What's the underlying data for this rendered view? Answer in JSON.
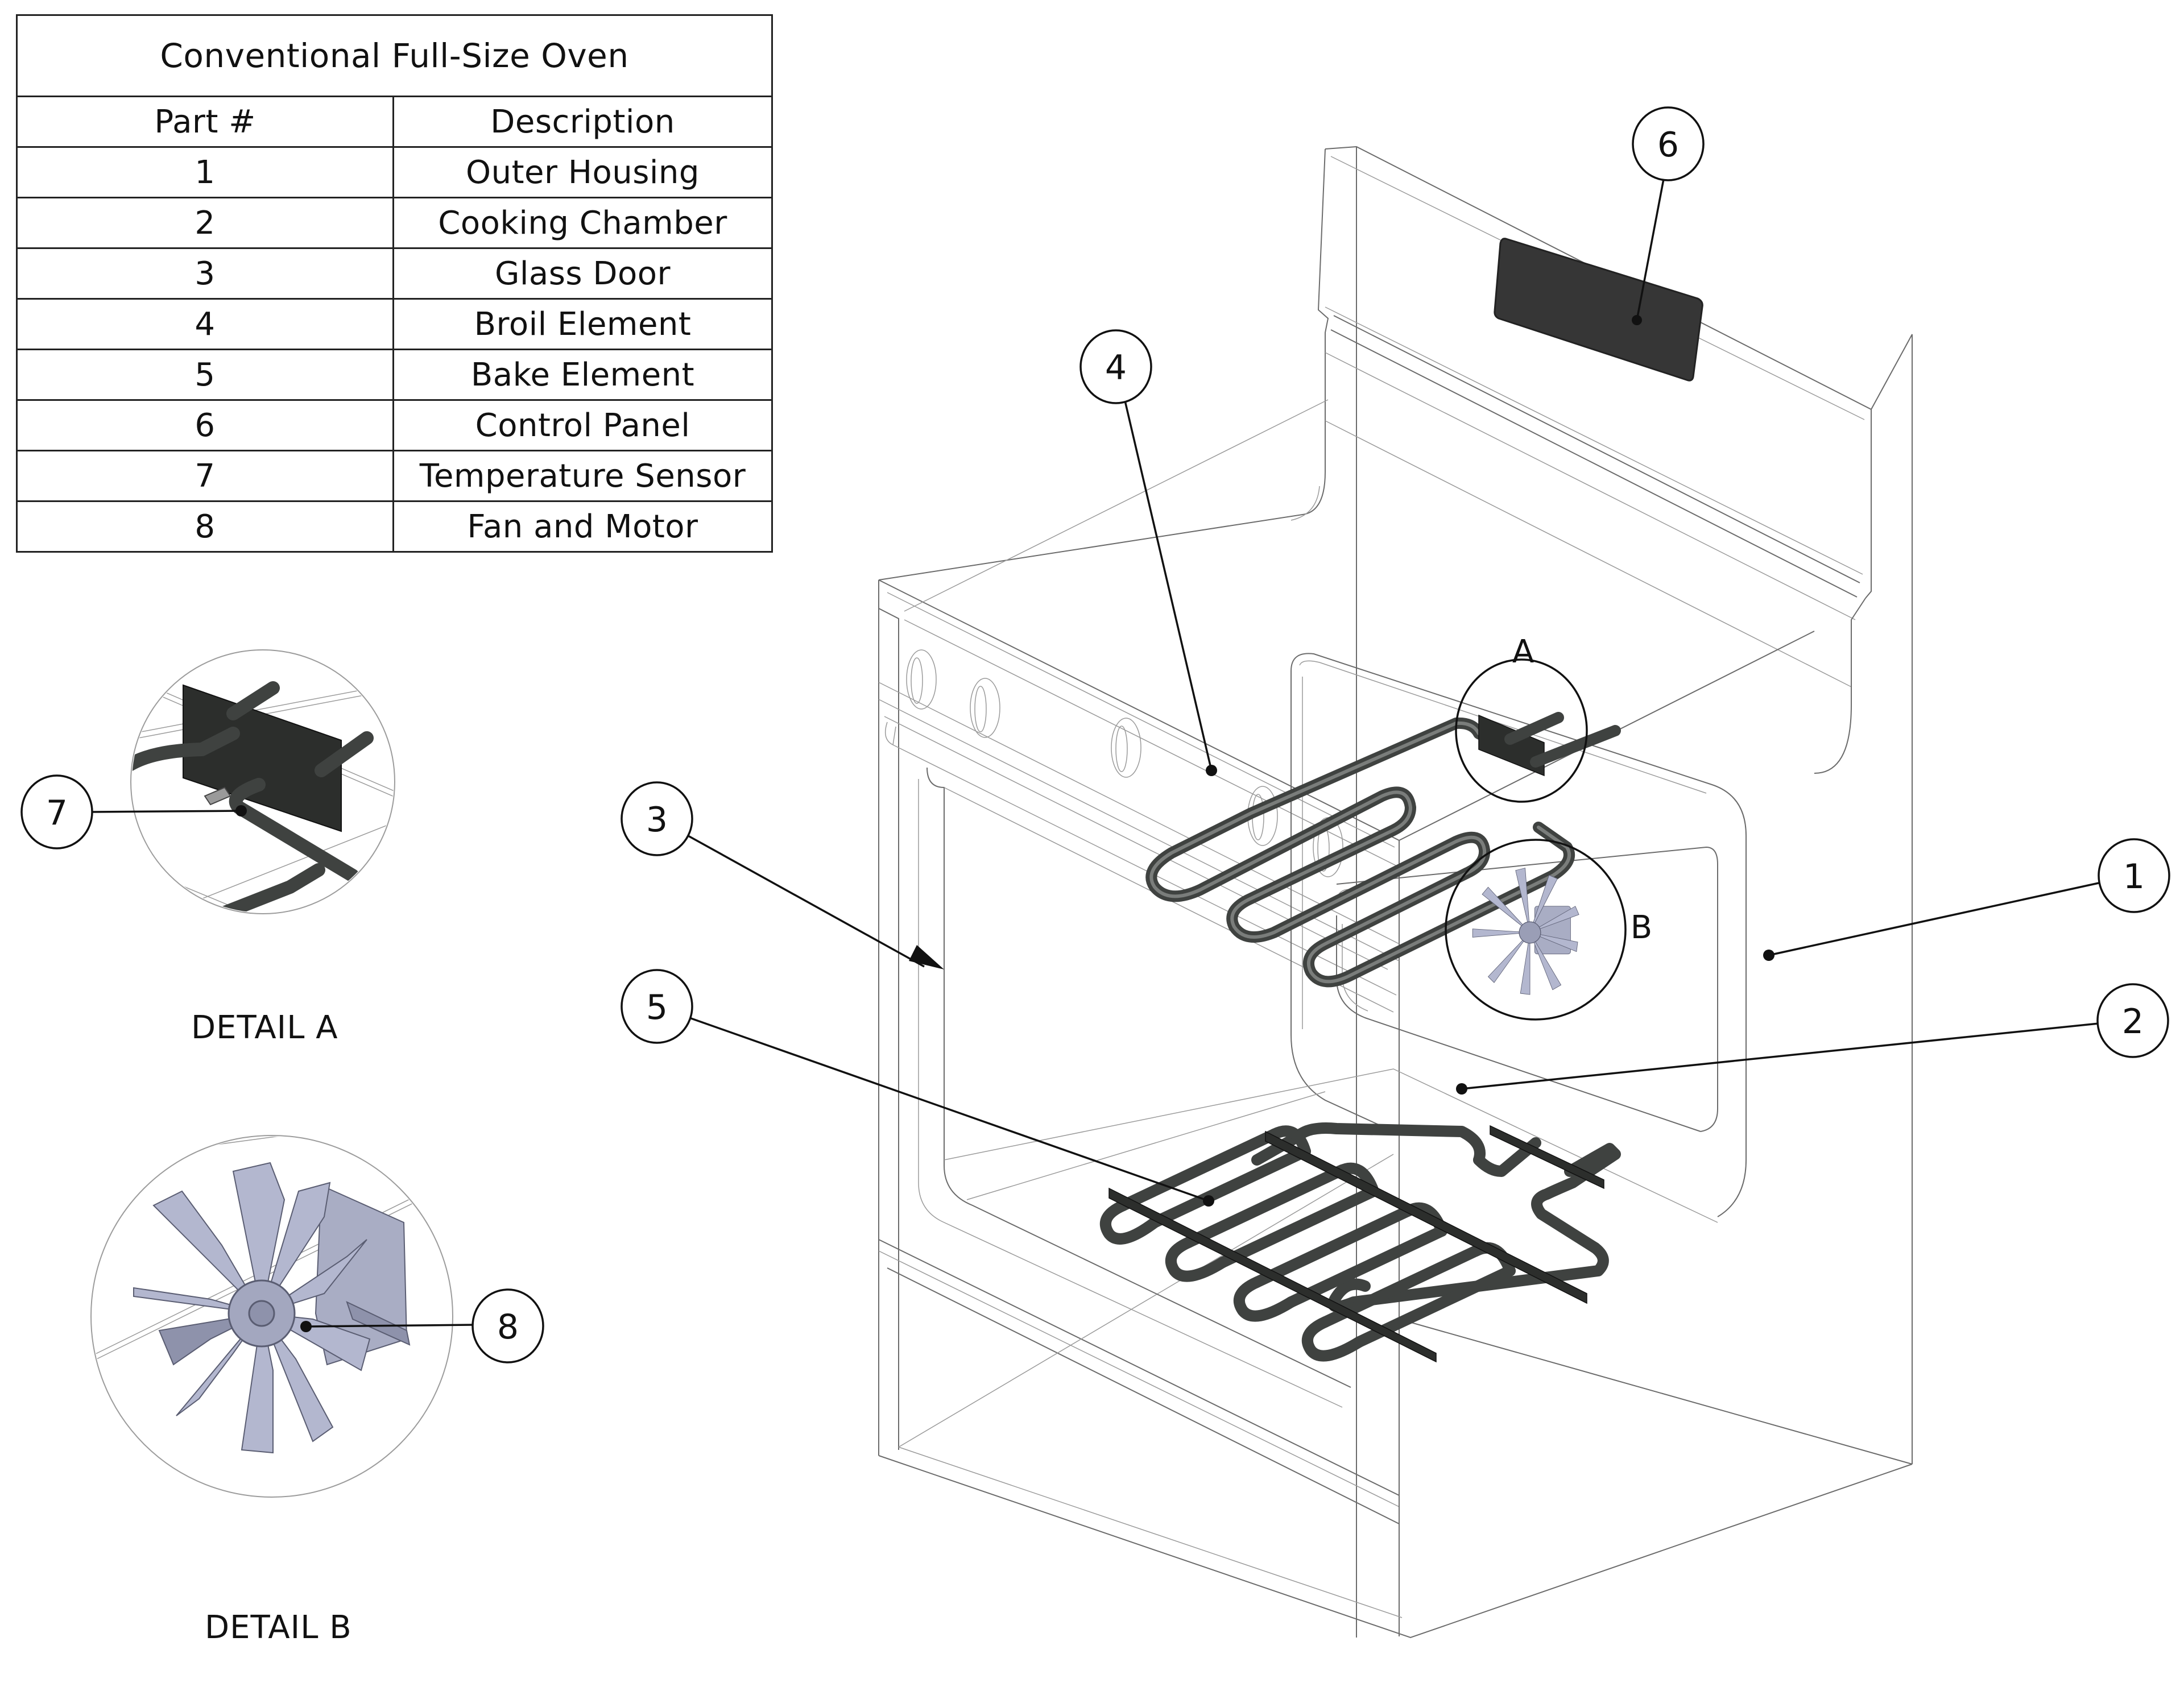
{
  "table": {
    "title": "Conventional Full-Size Oven",
    "headers": [
      "Part #",
      "Description"
    ],
    "rows": [
      {
        "part": "1",
        "description": "Outer Housing"
      },
      {
        "part": "2",
        "description": "Cooking Chamber"
      },
      {
        "part": "3",
        "description": "Glass Door"
      },
      {
        "part": "4",
        "description": "Broil Element"
      },
      {
        "part": "5",
        "description": "Bake Element"
      },
      {
        "part": "6",
        "description": "Control Panel"
      },
      {
        "part": "7",
        "description": "Temperature Sensor"
      },
      {
        "part": "8",
        "description": "Fan and Motor"
      }
    ]
  },
  "balloons": {
    "b1": "1",
    "b2": "2",
    "b3": "3",
    "b4": "4",
    "b5": "5",
    "b6": "6",
    "b7": "7",
    "b8": "8"
  },
  "detail_markers": {
    "a": "A",
    "b": "B"
  },
  "view_labels": {
    "detail_a": "DETAIL A",
    "detail_b": "DETAIL B"
  },
  "colors": {
    "line": "#6b6b6b",
    "leader": "#111111",
    "element": "#3f4240",
    "control_panel": "#363636",
    "fan": "#b3b7cf"
  }
}
